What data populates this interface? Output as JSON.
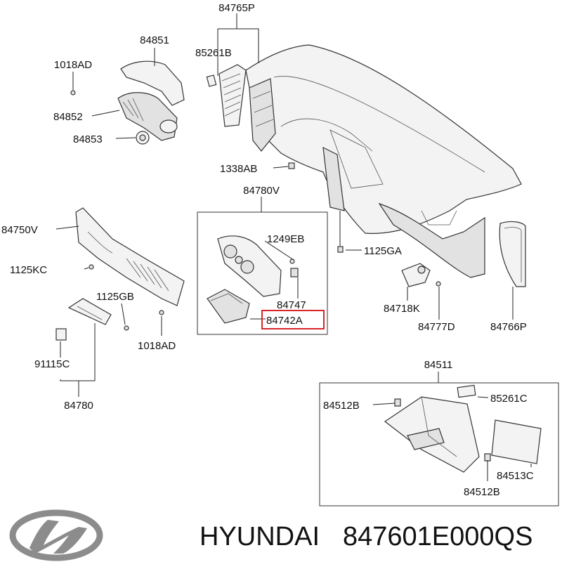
{
  "labels": {
    "p84765P": "84765P",
    "p85261B": "85261B",
    "p84851": "84851",
    "p1018AD_top": "1018AD",
    "p84852": "84852",
    "p84853": "84853",
    "p1338AB": "1338AB",
    "p84780V": "84780V",
    "p84750V": "84750V",
    "p1249EB": "1249EB",
    "p1125GA": "1125GA",
    "p1125KC": "1125KC",
    "p84747": "84747",
    "p84742A": "84742A",
    "p1125GB": "1125GB",
    "p84718K": "84718K",
    "p84777D": "84777D",
    "p84766P": "84766P",
    "p1018AD_bottom": "1018AD",
    "p91115C": "91115C",
    "p84780": "84780",
    "p84511": "84511",
    "p84512B_left": "84512B",
    "p85261C": "85261C",
    "p84513C": "84513C",
    "p84512B_bottom": "84512B"
  },
  "footer": {
    "brand": "HYUNDAI",
    "part_number": "847601E000QS"
  },
  "colors": {
    "highlight": "#d9262b",
    "line": "#222222",
    "logo": "#8c8c8c"
  }
}
